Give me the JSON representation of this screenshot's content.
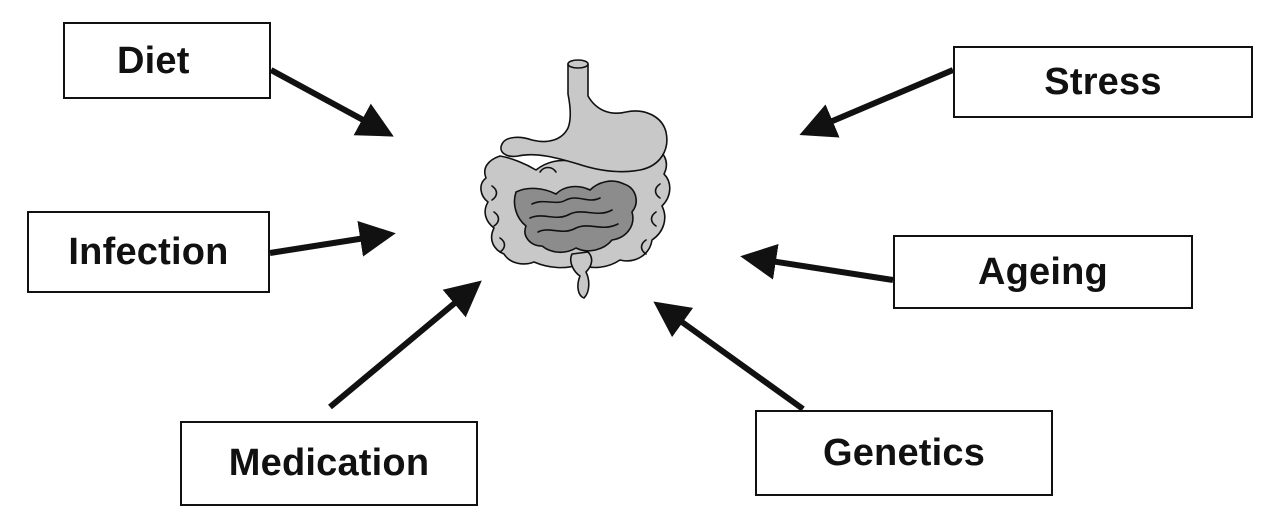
{
  "factors": {
    "diet": "Diet",
    "stress": "Stress",
    "infection": "Infection",
    "ageing": "Ageing",
    "medication": "Medication",
    "genetics": "Genetics"
  },
  "center_image": "gastrointestinal-tract-illustration",
  "colors": {
    "stroke": "#111111",
    "organ_light": "#c8c8c8",
    "organ_dark": "#8c8c8c",
    "background": "#ffffff"
  }
}
